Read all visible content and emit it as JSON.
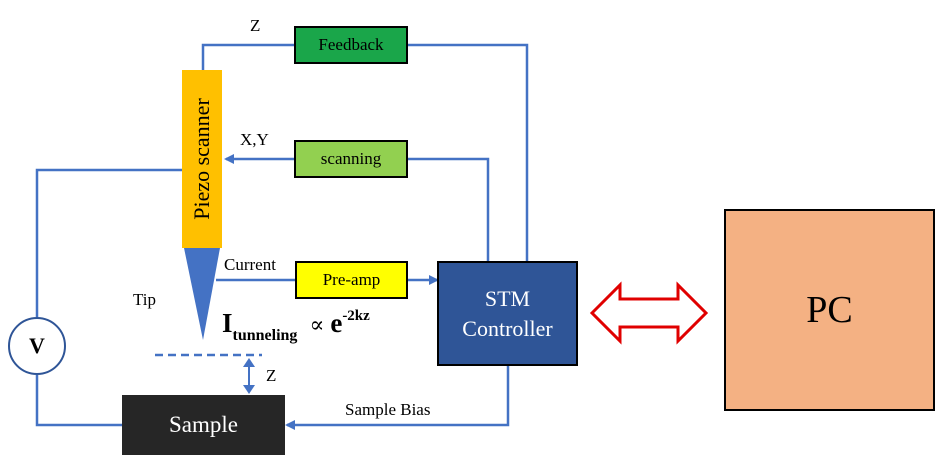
{
  "blocks": {
    "feedback": "Feedback",
    "scanning": "scanning",
    "preamp": "Pre-amp",
    "stm_line1": "STM",
    "stm_line2": "Controller",
    "pc": "PC",
    "sample": "Sample",
    "piezo": "Piezo scanner",
    "voltmeter": "V"
  },
  "labels": {
    "z_top": "Z",
    "xy": "X,Y",
    "current": "Current",
    "tip": "Tip",
    "z_gap": "Z",
    "sample_bias": "Sample Bias"
  },
  "equation": {
    "main": "I",
    "subscript": "tunneling",
    "relation": "∝",
    "base": "e",
    "exponent": "-2kz"
  },
  "colors": {
    "wire": "#4472c4",
    "feedback": "#1aa64a",
    "scanning": "#92d050",
    "preamp": "#ffff00",
    "stm": "#2f5597",
    "pc": "#f4b183",
    "piezo": "#ffc000",
    "sample": "#262626",
    "tip": "#4472c4",
    "double_arrow": "#e00000"
  }
}
